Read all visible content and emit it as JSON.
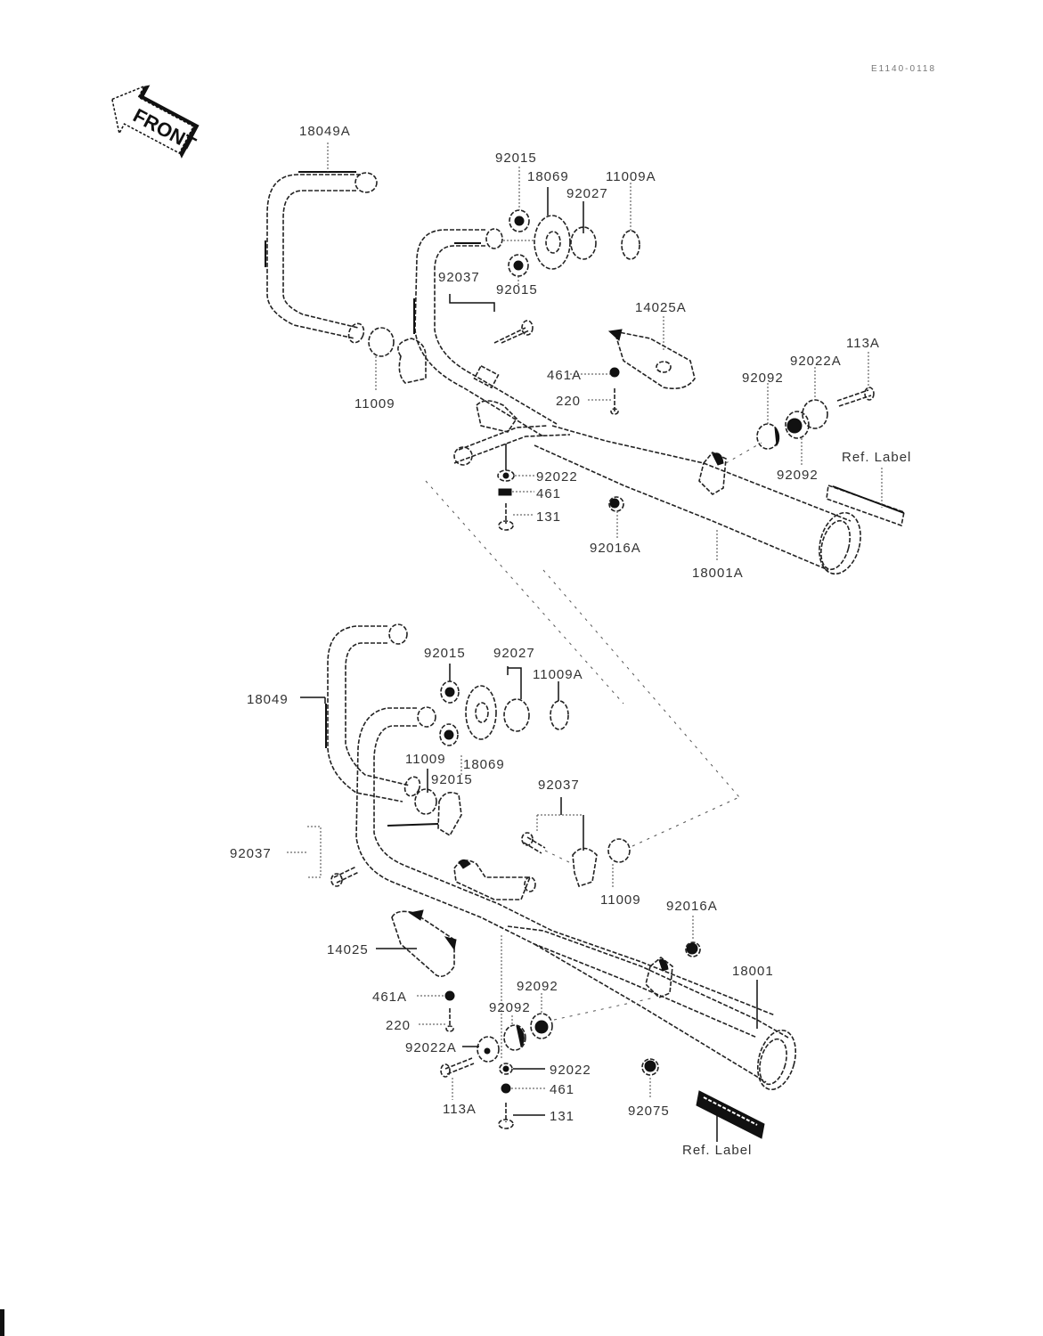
{
  "diagram": {
    "code": "E1140-0118",
    "front_label": "FRONT",
    "upper_assembly": {
      "labels": [
        {
          "id": "u-18049A",
          "text": "18049A"
        },
        {
          "id": "u-92015a",
          "text": "92015"
        },
        {
          "id": "u-18069",
          "text": "18069"
        },
        {
          "id": "u-11009A",
          "text": "11009A"
        },
        {
          "id": "u-92027",
          "text": "92027"
        },
        {
          "id": "u-92037",
          "text": "92037"
        },
        {
          "id": "u-92015b",
          "text": "92015"
        },
        {
          "id": "u-14025A",
          "text": "14025A"
        },
        {
          "id": "u-113A",
          "text": "113A"
        },
        {
          "id": "u-92022A",
          "text": "92022A"
        },
        {
          "id": "u-461A",
          "text": "461A"
        },
        {
          "id": "u-92092a",
          "text": "92092"
        },
        {
          "id": "u-220",
          "text": "220"
        },
        {
          "id": "u-11009",
          "text": "11009"
        },
        {
          "id": "u-92092b",
          "text": "92092"
        },
        {
          "id": "u-ref-label",
          "text": "Ref. Label"
        },
        {
          "id": "u-92022",
          "text": "92022"
        },
        {
          "id": "u-461",
          "text": "461"
        },
        {
          "id": "u-131",
          "text": "131"
        },
        {
          "id": "u-92016A",
          "text": "92016A"
        },
        {
          "id": "u-18001A",
          "text": "18001A"
        }
      ]
    },
    "lower_assembly": {
      "labels": [
        {
          "id": "l-92015a",
          "text": "92015"
        },
        {
          "id": "l-92027",
          "text": "92027"
        },
        {
          "id": "l-11009A",
          "text": "11009A"
        },
        {
          "id": "l-18049",
          "text": "18049"
        },
        {
          "id": "l-11009a",
          "text": "11009"
        },
        {
          "id": "l-18069",
          "text": "18069"
        },
        {
          "id": "l-92015b",
          "text": "92015"
        },
        {
          "id": "l-92037a",
          "text": "92037"
        },
        {
          "id": "l-92037b",
          "text": "92037"
        },
        {
          "id": "l-11009b",
          "text": "11009"
        },
        {
          "id": "l-92016A",
          "text": "92016A"
        },
        {
          "id": "l-14025",
          "text": "14025"
        },
        {
          "id": "l-18001",
          "text": "18001"
        },
        {
          "id": "l-461A",
          "text": "461A"
        },
        {
          "id": "l-92092a",
          "text": "92092"
        },
        {
          "id": "l-92092b",
          "text": "92092"
        },
        {
          "id": "l-220",
          "text": "220"
        },
        {
          "id": "l-92022A",
          "text": "92022A"
        },
        {
          "id": "l-92022",
          "text": "92022"
        },
        {
          "id": "l-461",
          "text": "461"
        },
        {
          "id": "l-113A",
          "text": "113A"
        },
        {
          "id": "l-131",
          "text": "131"
        },
        {
          "id": "l-92075",
          "text": "92075"
        },
        {
          "id": "l-ref-label",
          "text": "Ref. Label"
        }
      ]
    }
  }
}
